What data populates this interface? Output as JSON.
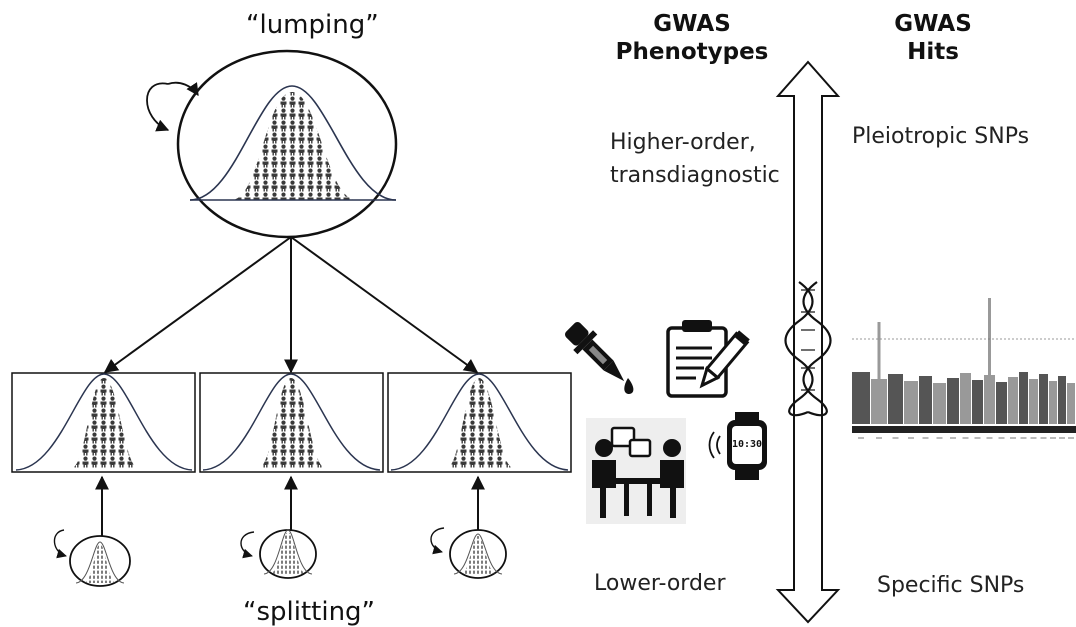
{
  "labels": {
    "lumping": "“lumping”",
    "splitting": "“splitting”",
    "phenotypes_header_line1": "GWAS",
    "phenotypes_header_line2": "Phenotypes",
    "hits_header_line1": "GWAS",
    "hits_header_line2": "Hits",
    "higher_order_line1": "Higher-order,",
    "higher_order_line2": "transdiagnostic",
    "lower_order": "Lower-order",
    "pleiotropic": "Pleiotropic SNPs",
    "specific": "Specific SNPs",
    "watch_time": "10:30"
  },
  "icons": [
    "dropper-icon",
    "clipboard-pencil-icon",
    "interview-icon",
    "smartwatch-icon",
    "dna-helix-icon",
    "manhattan-plot-icon"
  ],
  "colors": {
    "curve": "#2b3550",
    "people": "#3a3a3a",
    "outline": "#111111"
  }
}
